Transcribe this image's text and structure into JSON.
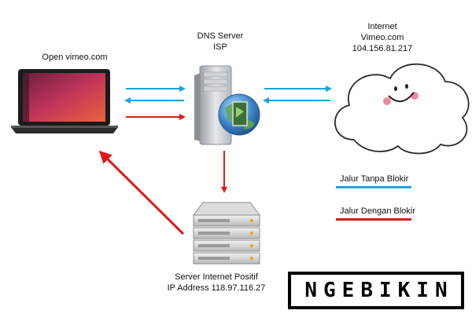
{
  "labels": {
    "laptop": "Open vimeo.com",
    "dns_title": "DNS Server",
    "dns_sub": "ISP",
    "internet_title": "Internet",
    "internet_site": "Vimeo.com",
    "internet_ip": "104.156.81.217",
    "positif_title": "Server Internet Positif",
    "positif_ip": "IP Address 118.97.116.27"
  },
  "legend": {
    "items": [
      {
        "label": "Jalur Tanpa Blokir",
        "color": "#1aa3dc"
      },
      {
        "label": "Jalur Dengan Blokir",
        "color": "#e0191b"
      }
    ]
  },
  "brand": {
    "text": "NGEBIKIN"
  },
  "colors": {
    "unblocked": "#1aa3dc",
    "blocked": "#e0191b"
  }
}
